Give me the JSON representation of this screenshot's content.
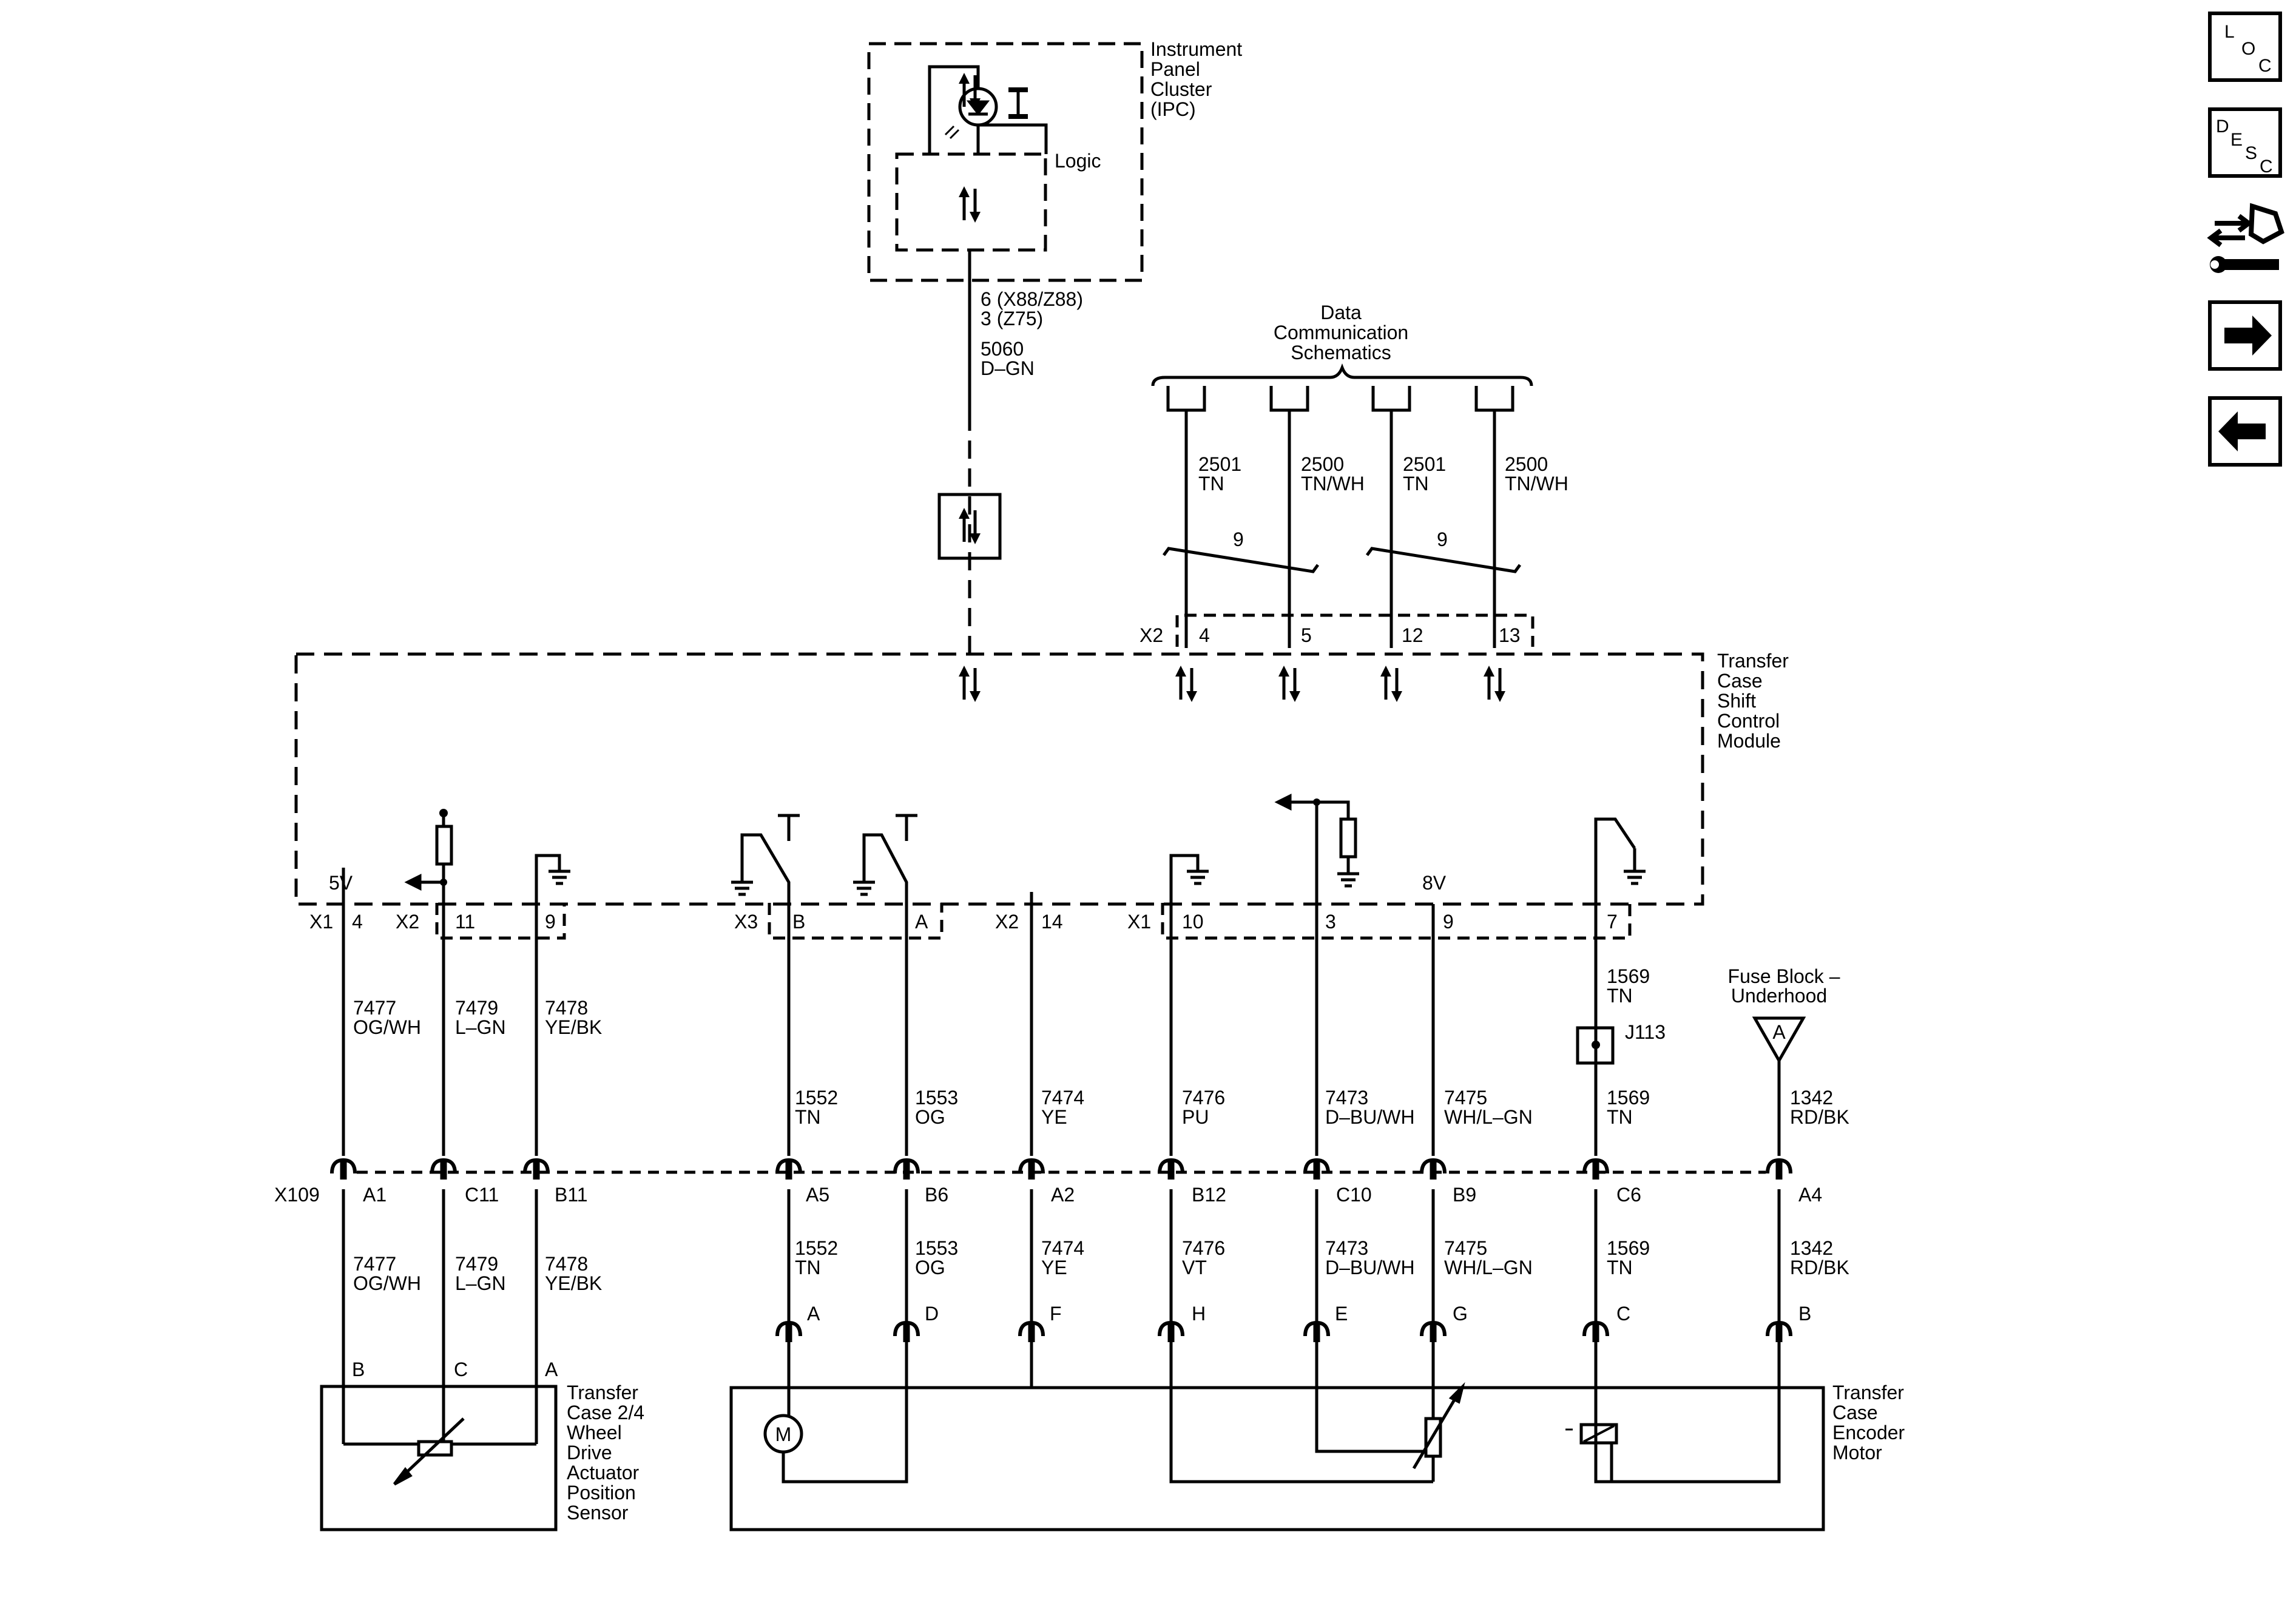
{
  "ipc": {
    "name": "Instrument Panel Cluster (IPC)",
    "lines": [
      "Instrument",
      "Panel",
      "Cluster",
      "(IPC)"
    ],
    "logic": "Logic",
    "pin_lines": [
      "6 (X88/Z88)",
      "3 (Z75)"
    ],
    "circuit": "5060",
    "color": "D–GN"
  },
  "data_comm": {
    "lines": [
      "Data",
      "Communication",
      "Schematics"
    ],
    "wires": [
      {
        "circuit": "2501",
        "color": "TN",
        "pin": "4"
      },
      {
        "circuit": "2500",
        "color": "TN/WH",
        "pin": "5"
      },
      {
        "circuit": "2501",
        "color": "TN",
        "pin": "12"
      },
      {
        "circuit": "2500",
        "color": "TN/WH",
        "pin": "13"
      }
    ],
    "twist_labels": [
      "9",
      "9"
    ],
    "connector": "X2"
  },
  "module": {
    "name": "Transfer Case Shift Control Module",
    "lines": [
      "Transfer",
      "Case",
      "Shift",
      "Control",
      "Module"
    ],
    "volt_5": "5V",
    "volt_8": "8V"
  },
  "module_pins": [
    {
      "conn": "X1",
      "pin": "4",
      "circuit": "7477",
      "color": "OG/WH"
    },
    {
      "conn": "X2",
      "pin": "11",
      "circuit": "7479",
      "color": "L–GN"
    },
    {
      "conn": "",
      "pin": "9",
      "circuit": "7478",
      "color": "YE/BK"
    },
    {
      "conn": "X3",
      "pin": "B",
      "circuit": "1552",
      "color": "TN"
    },
    {
      "conn": "",
      "pin": "A",
      "circuit": "1553",
      "color": "OG"
    },
    {
      "conn": "X2",
      "pin": "14",
      "circuit": "7474",
      "color": "YE"
    },
    {
      "conn": "X1",
      "pin": "10",
      "circuit": "7476",
      "color": "PU"
    },
    {
      "conn": "",
      "pin": "3",
      "circuit": "7473",
      "color": "D–BU/WH"
    },
    {
      "conn": "",
      "pin": "9",
      "circuit": "7475",
      "color": "WH/L–GN"
    },
    {
      "conn": "",
      "pin": "7",
      "circuit": "1569",
      "color": "TN"
    }
  ],
  "splice": {
    "name": "J113",
    "circuit": "1569",
    "color": "TN"
  },
  "fuse_block": {
    "lines": [
      "Fuse Block –",
      "Underhood"
    ],
    "symbol": "A",
    "circuit": "1342",
    "color": "RD/BK"
  },
  "x109": {
    "name": "X109",
    "pins": [
      "A1",
      "C11",
      "B11",
      "A5",
      "B6",
      "A2",
      "B12",
      "C10",
      "B9",
      "C6",
      "A4"
    ],
    "lower_wires": [
      {
        "circuit": "7477",
        "color": "OG/WH"
      },
      {
        "circuit": "7479",
        "color": "L–GN"
      },
      {
        "circuit": "7478",
        "color": "YE/BK"
      },
      {
        "circuit": "1552",
        "color": "TN"
      },
      {
        "circuit": "1553",
        "color": "OG"
      },
      {
        "circuit": "7474",
        "color": "YE"
      },
      {
        "circuit": "7476",
        "color": "VT"
      },
      {
        "circuit": "7473",
        "color": "D–BU/WH"
      },
      {
        "circuit": "7475",
        "color": "WH/L–GN"
      },
      {
        "circuit": "1569",
        "color": "TN"
      },
      {
        "circuit": "1342",
        "color": "RD/BK"
      }
    ]
  },
  "sensor": {
    "name": "Transfer Case 2/4 Wheel Drive Actuator Position Sensor",
    "lines": [
      "Transfer",
      "Case 2/4",
      "Wheel",
      "Drive",
      "Actuator",
      "Position",
      "Sensor"
    ],
    "pins": [
      "B",
      "C",
      "A"
    ]
  },
  "motor": {
    "name": "Transfer Case Encoder Motor",
    "lines": [
      "Transfer",
      "Case",
      "Encoder",
      "Motor"
    ],
    "pins": [
      "A",
      "D",
      "F",
      "H",
      "E",
      "G",
      "C",
      "B"
    ],
    "motor_symbol": "M"
  },
  "nav": {
    "loc": [
      "L",
      "O",
      "C"
    ],
    "desc": [
      "D",
      "E",
      "S",
      "C"
    ],
    "buttons": [
      "loc-button",
      "desc-button",
      "connector-tool-icon",
      "next-arrow-icon",
      "previous-arrow-icon"
    ]
  }
}
